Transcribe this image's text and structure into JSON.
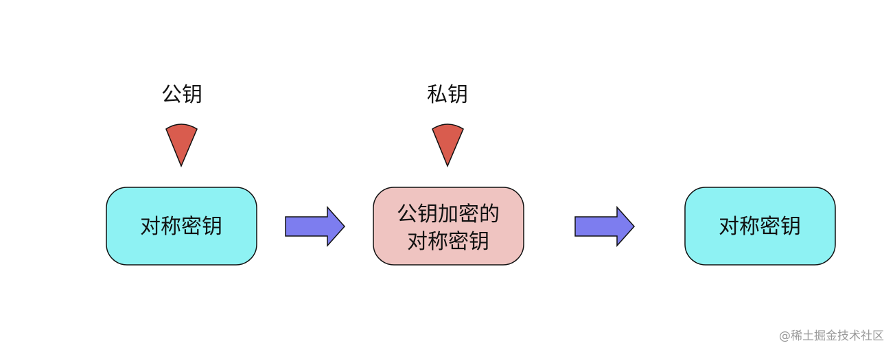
{
  "diagram": {
    "colors": {
      "key_fill": "#d95c4e",
      "symmetric_box_fill": "#8ef2f3",
      "encrypted_box_fill": "#efc4c1",
      "arrow_fill": "#7d7def",
      "stroke": "#111111"
    },
    "keys": [
      {
        "label": "公钥",
        "icon": "key-wedge-icon"
      },
      {
        "label": "私钥",
        "icon": "key-wedge-icon"
      }
    ],
    "boxes": [
      {
        "lines": [
          "对称密钥"
        ]
      },
      {
        "lines": [
          "公钥加密的",
          "对称密钥"
        ]
      },
      {
        "lines": [
          "对称密钥"
        ]
      }
    ],
    "arrows": [
      {
        "icon": "right-arrow-icon"
      },
      {
        "icon": "right-arrow-icon"
      }
    ]
  },
  "watermark": "@稀土掘金技术社区"
}
